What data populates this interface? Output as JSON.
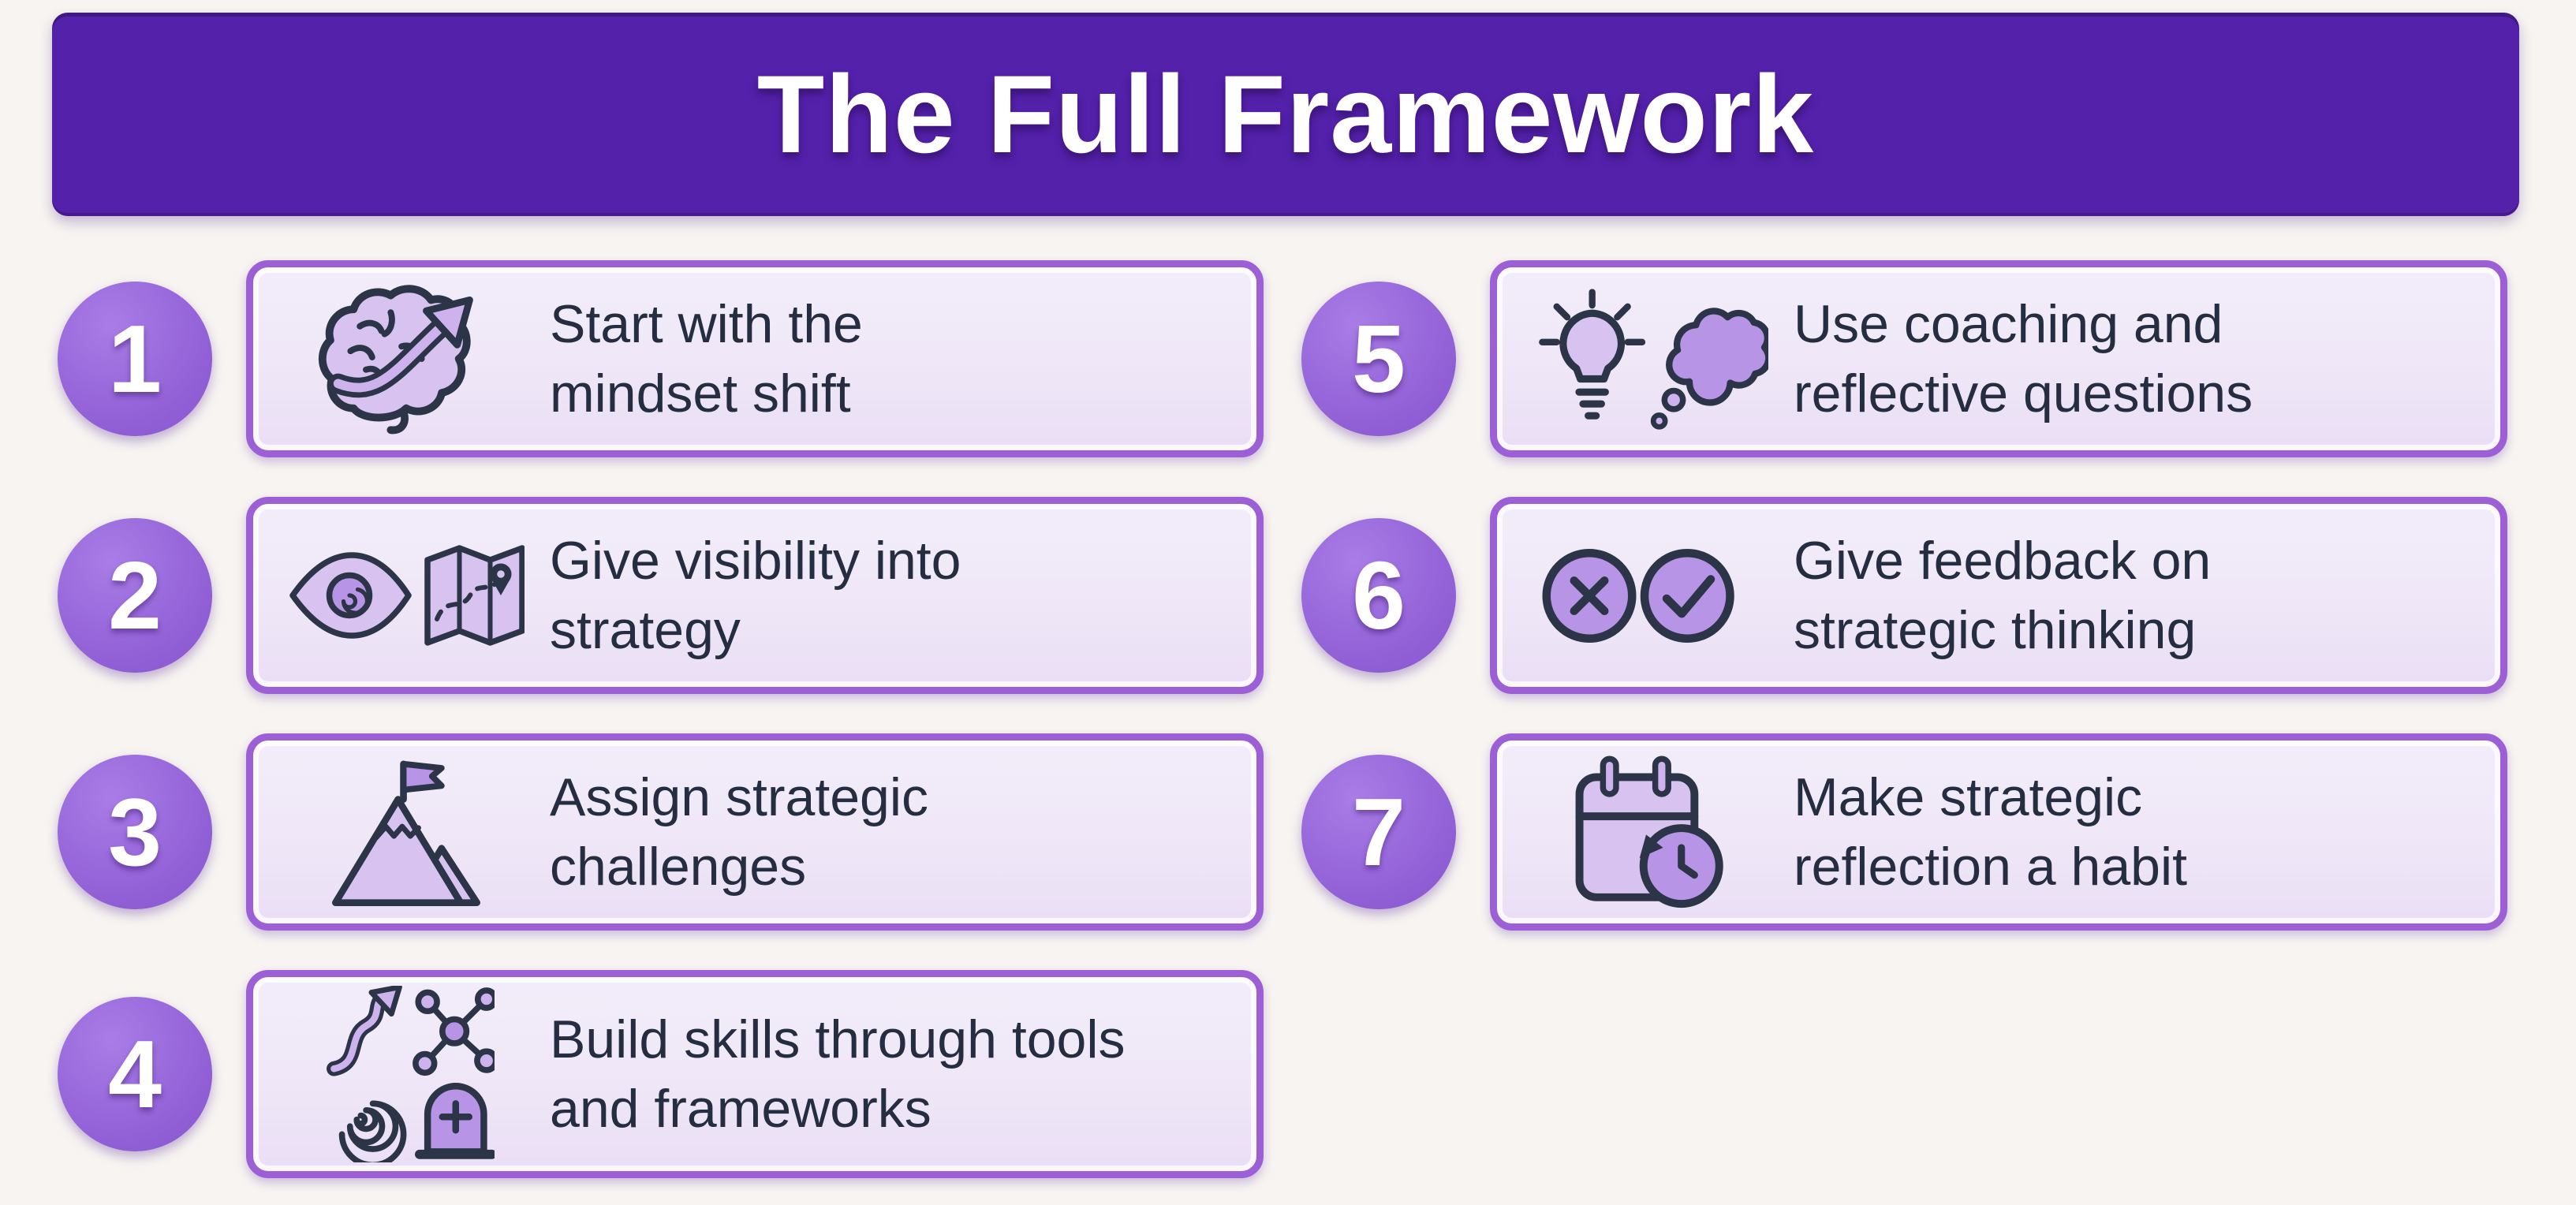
{
  "title": "The Full Framework",
  "colors": {
    "page_bg": "#f7f4f1",
    "banner_bg": "#5421ab",
    "circle_bg": "#9565d9",
    "card_bg": "#efe7f7",
    "card_border": "#9c5fd6",
    "step_text": "#242e40",
    "icon_stroke": "#2b3547",
    "icon_fill": "#c9ade9"
  },
  "steps": [
    {
      "number": "1",
      "lines": [
        "Start with the",
        "mindset shift"
      ],
      "icon": "brain-arrow-icon"
    },
    {
      "number": "2",
      "lines": [
        "Give visibility into",
        "strategy"
      ],
      "icon": "eye-map-icon"
    },
    {
      "number": "3",
      "lines": [
        "Assign strategic",
        "challenges"
      ],
      "icon": "mountain-flag-icon"
    },
    {
      "number": "4",
      "lines": [
        "Build skills through tools",
        "and frameworks"
      ],
      "icon": "arrow-network-spiral-tombstone-icon"
    },
    {
      "number": "5",
      "lines": [
        "Use coaching and",
        "reflective questions"
      ],
      "icon": "lightbulb-thought-cloud-icon"
    },
    {
      "number": "6",
      "lines": [
        "Give feedback on",
        "strategic thinking"
      ],
      "icon": "x-circle-check-circle-icon"
    },
    {
      "number": "7",
      "lines": [
        "Make strategic",
        "reflection a habit"
      ],
      "icon": "calendar-clock-icon"
    }
  ]
}
